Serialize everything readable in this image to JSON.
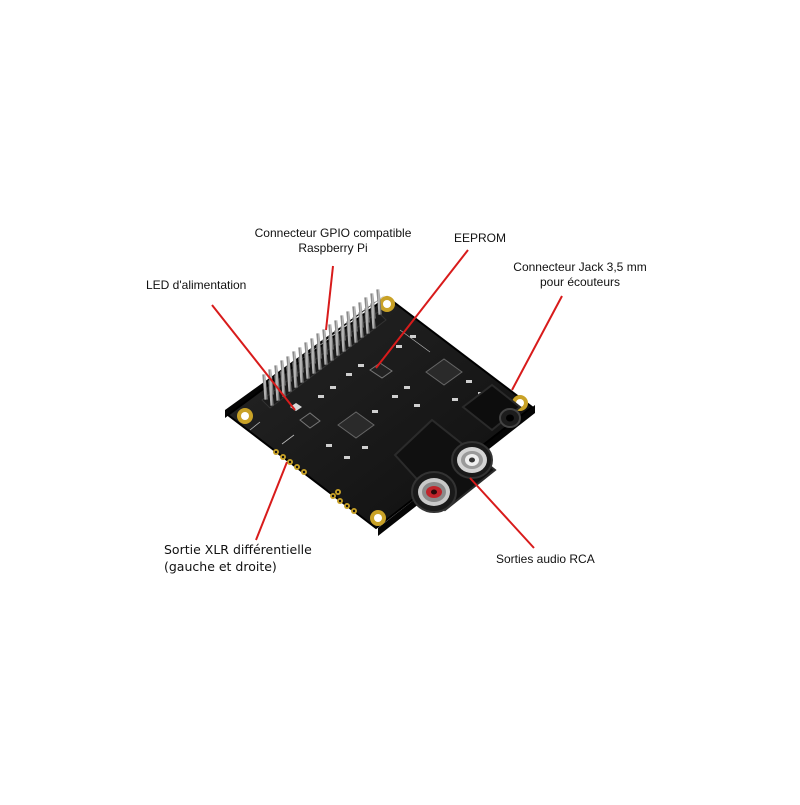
{
  "labels": {
    "gpio": {
      "line1": "Connecteur GPIO compatible",
      "line2": "Raspberry Pi"
    },
    "eeprom": {
      "text": "EEPROM"
    },
    "jack": {
      "line1": "Connecteur Jack 3,5 mm",
      "line2": "pour écouteurs"
    },
    "led": {
      "text": "LED d'alimentation"
    },
    "xlr": {
      "line1": "Sortie XLR différentielle",
      "line2": "(gauche et droite)"
    },
    "rca": {
      "text": "Sorties audio RCA"
    }
  },
  "colors": {
    "background": "#ffffff",
    "pcb": "#151515",
    "silkscreen": "#d9d9d9",
    "gold": "#c9a227",
    "pointer": "#d81b1b",
    "rca_ring": "#c9c9c9",
    "rca_red": "#c0242b"
  }
}
